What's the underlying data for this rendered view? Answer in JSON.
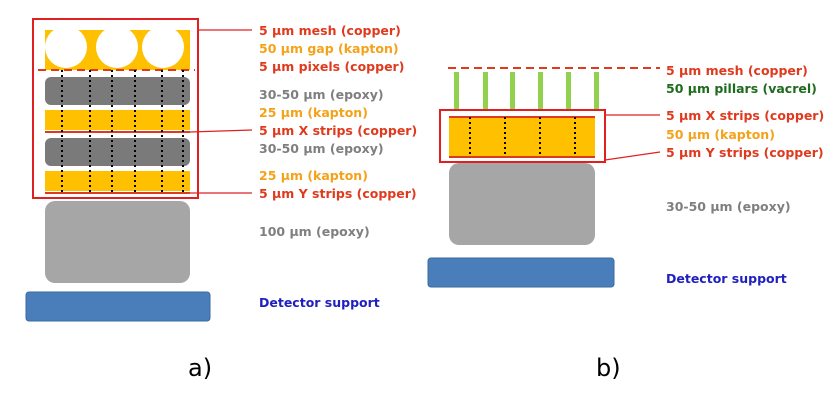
{
  "colors": {
    "copper": "#e03a1e",
    "kapton": "#f4a21a",
    "kapton_fill": "#ffc000",
    "epoxy_text": "#7f7f7f",
    "epoxy_dark": "#7a7a7a",
    "epoxy_light": "#a6a6a6",
    "pillar": "#92d050",
    "pillar_text": "#1e6b1e",
    "support": "#4a7ebb",
    "support_text": "#2020c0",
    "frame": "#e02020"
  },
  "panel_a": {
    "caption": "a)",
    "labels": {
      "mesh": "5 µm mesh (copper)",
      "gap": "50 µm gap (kapton)",
      "pixels": "5 µm pixels (copper)",
      "epoxy1": "30-50 µm (epoxy)",
      "kapton1": "25 µm (kapton)",
      "xstrips": "5 µm X strips (copper)",
      "epoxy2": "30-50 µm (epoxy)",
      "kapton2": "25 µm (kapton)",
      "ystrips": "5 µm Y strips (copper)",
      "epoxy3": "100 µm (epoxy)",
      "support": "Detector support"
    }
  },
  "panel_b": {
    "caption": "b)",
    "labels": {
      "mesh": "5 µm mesh (copper)",
      "pillars": "50 µm pillars (vacrel)",
      "xstrips": "5 µm X strips (copper)",
      "kapton": "50 µm (kapton)",
      "ystrips": "5 µm Y strips (copper)",
      "epoxy": "30-50 µm (epoxy)",
      "support": "Detector support"
    }
  }
}
